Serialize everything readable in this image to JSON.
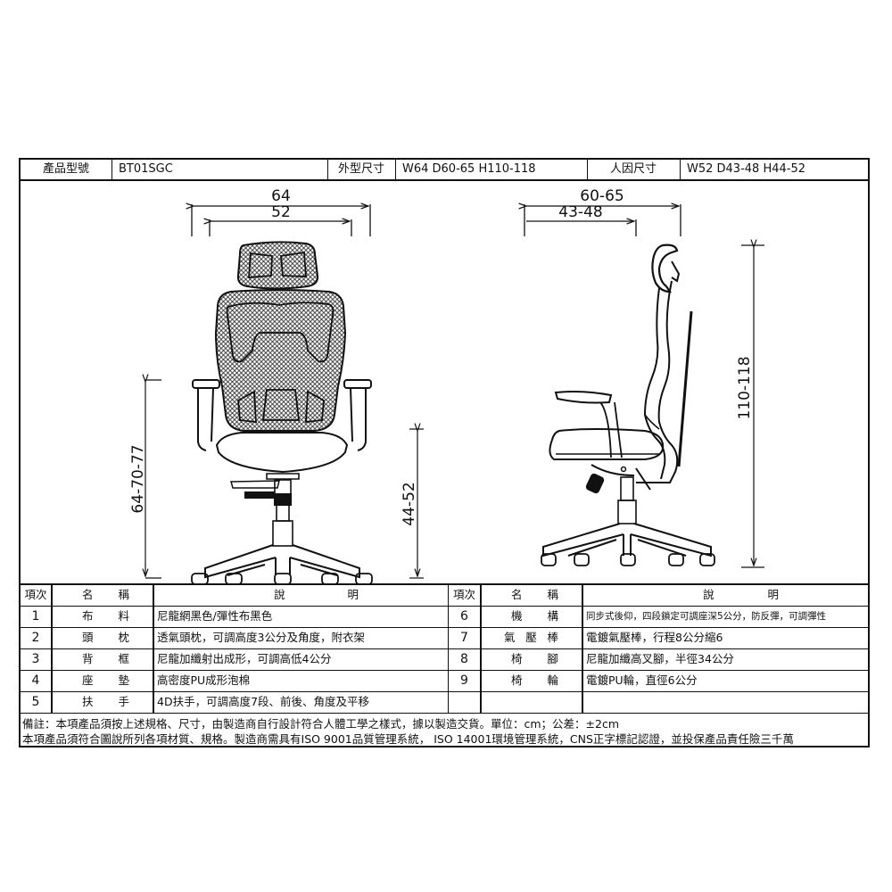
{
  "header": {
    "model_label": "產品型號",
    "model_value": "BT01SGC",
    "outer_size_label": "外型尺寸",
    "outer_size_value": "W64 D60-65 H110-118",
    "ergo_size_label": "人因尺寸",
    "ergo_size_value": "W52 D43-48 H44-52"
  },
  "drawing": {
    "front_view": {
      "overall_width": "64",
      "seat_width": "52",
      "armrest_height": "64-70-77",
      "seat_height": "44-52"
    },
    "side_view": {
      "overall_depth": "60-65",
      "seat_depth": "43-48",
      "overall_height": "110-118"
    },
    "colors": {
      "line": "#111111",
      "mesh": "#2a2a2a",
      "background": "#ffffff"
    }
  },
  "parts_table": {
    "headers": {
      "index": "項次",
      "name_a": "名",
      "name_b": "稱",
      "desc_a": "說",
      "desc_b": "明"
    },
    "left_rows": [
      {
        "index": "1",
        "name": [
          "布",
          "料"
        ],
        "description": "尼龍網黑色/彈性布黑色"
      },
      {
        "index": "2",
        "name": [
          "頭",
          "枕"
        ],
        "description": "透氣頭枕，可調高度3公分及角度，附衣架"
      },
      {
        "index": "3",
        "name": [
          "背",
          "框"
        ],
        "description": "尼龍加纖射出成形，可調高低4公分"
      },
      {
        "index": "4",
        "name": [
          "座",
          "墊"
        ],
        "description": "高密度PU成形泡棉"
      },
      {
        "index": "5",
        "name": [
          "扶",
          "手"
        ],
        "description": "4D扶手，可調高度7段、前後、角度及平移"
      }
    ],
    "right_rows": [
      {
        "index": "6",
        "name": [
          "機",
          "構"
        ],
        "description": "同步式後仰，四段鎖定可調座深5公分，防反彈，可調彈性"
      },
      {
        "index": "7",
        "name": [
          "氣",
          "壓",
          "棒"
        ],
        "description": "電鍍氣壓棒，行程8公分縮6"
      },
      {
        "index": "8",
        "name": [
          "椅",
          "腳"
        ],
        "description": "尼龍加纖高叉腳，半徑34公分"
      },
      {
        "index": "9",
        "name": [
          "椅",
          "輪"
        ],
        "description": "電鍍PU輪，直徑6公分"
      },
      {
        "index": "",
        "name": [
          "",
          ""
        ],
        "description": ""
      }
    ]
  },
  "notes": {
    "line1": "備註：本項產品須按上述規格、尺寸，由製造商自行設計符合人體工學之樣式，據以製造交貨。單位：cm；公差：±2cm",
    "line2": "本項產品須符合圖說所列各項材質、規格。製造商需具有ISO 9001品質管理系統， ISO 14001環境管理系統，CNS正字標記認證，並投保產品責任險三千萬"
  }
}
